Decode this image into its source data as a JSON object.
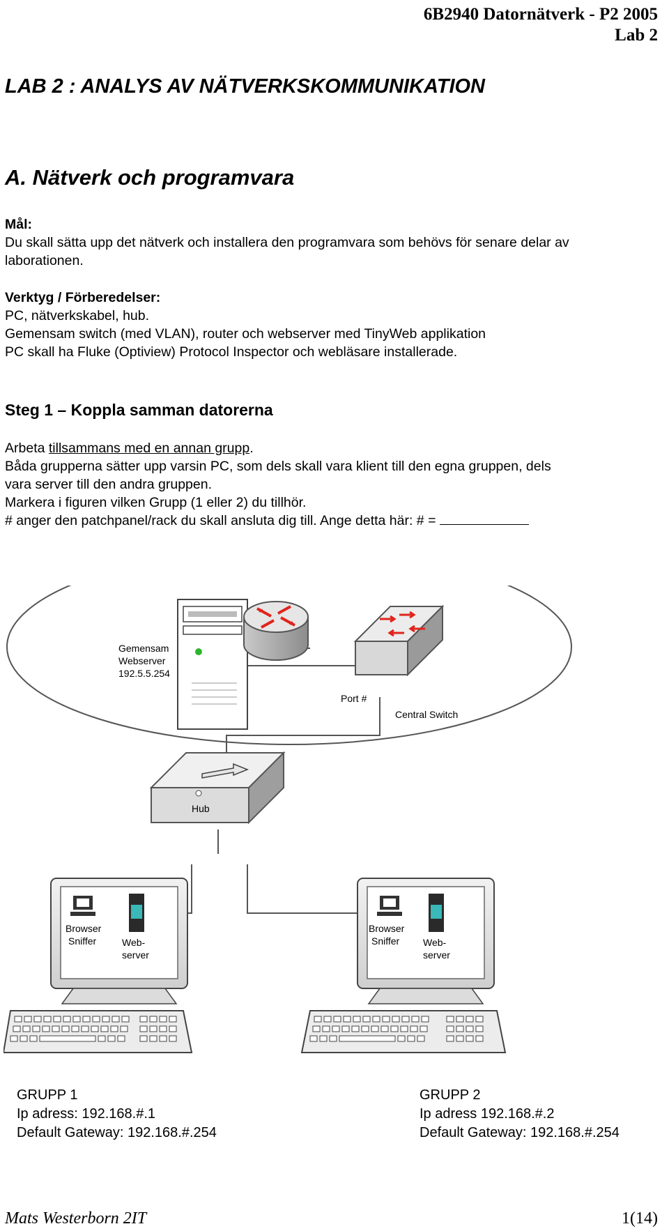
{
  "header": {
    "line1": "6B2940 Datornätverk - P2 2005",
    "line2": "Lab 2"
  },
  "doc_title": "LAB 2 : ANALYS AV NÄTVERKSKOMMUNIKATION",
  "section_title": "A. Nätverk och programvara",
  "goal": {
    "label": "Mål:",
    "line1": "Du skall sätta upp det nätverk och installera den programvara som behövs för senare delar av",
    "line2": "laborationen."
  },
  "tools": {
    "label": "Verktyg  / Förberedelser:",
    "line1": "PC, nätverkskabel, hub.",
    "line2": "Gemensam switch (med VLAN), router och webserver med TinyWeb applikation",
    "line3": "PC skall ha Fluke (Optiview) Protocol Inspector och webläsare installerade."
  },
  "step1": {
    "title": "Steg 1 – Koppla samman datorerna",
    "l1_pre": "Arbeta ",
    "l1_underlined": "tillsammans med en annan grupp",
    "l1_post": ".",
    "l2": "Båda grupperna sätter upp varsin PC, som dels skall vara klient till den egna gruppen, dels",
    "l3": "vara server till den andra gruppen.",
    "l4": "Markera i figuren vilken Grupp (1 eller 2) du tillhör.",
    "l5": "# anger den patchpanel/rack du skall ansluta dig till. Ange detta här: # = "
  },
  "diagram": {
    "webserver_label_1": "Gemensam",
    "webserver_label_2": "Webserver",
    "webserver_ip": "192.5.5.254",
    "port_label": "Port #",
    "switch_label": "Central Switch",
    "hub_label": "Hub",
    "pc_browser_1": "Browser",
    "pc_browser_2": "Sniffer",
    "pc_web_1": "Web-",
    "pc_web_2": "server"
  },
  "groups": [
    {
      "name": "GRUPP 1",
      "ip": "Ip adress: 192.168.#.1",
      "gateway": "Default Gateway: 192.168.#.254"
    },
    {
      "name": "GRUPP 2",
      "ip": "Ip adress 192.168.#.2",
      "gateway": "Default Gateway: 192.168.#.254"
    }
  ],
  "footer": {
    "author": "Mats Westerborn 2IT",
    "page": "1(14)"
  },
  "colors": {
    "arrow_red": "#e0241c",
    "led_green": "#2db52d"
  }
}
